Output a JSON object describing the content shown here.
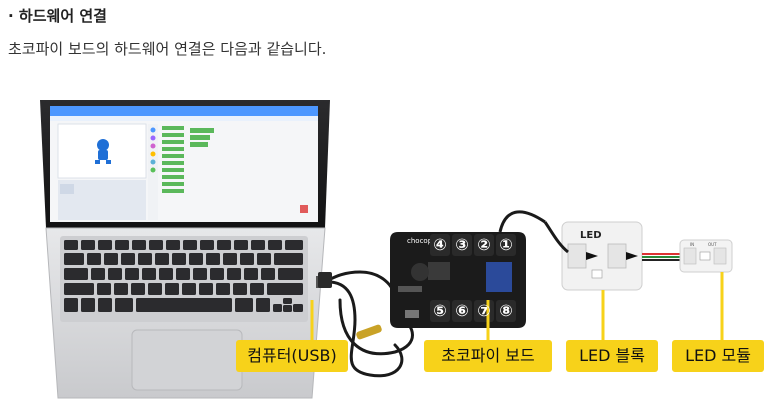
{
  "section": {
    "title": "· 하드웨어 연결",
    "description": "초코파이 보드의 하드웨어 연결은 다음과 같습니다."
  },
  "callouts": {
    "computer": "컴퓨터(USB)",
    "board": "초코파이 보드",
    "led_block": "LED 블록",
    "led_module": "LED 모듈"
  },
  "board": {
    "logo": "chocopi",
    "ports_top": [
      "④",
      "③",
      "②",
      "①"
    ],
    "ports_bottom": [
      "⑤",
      "⑥",
      "⑦",
      "⑧"
    ]
  },
  "led_block": {
    "label": "LED"
  },
  "led_module": {
    "in_label": "IN",
    "out_label": "OUT"
  },
  "colors": {
    "callout": "#f7d21a",
    "board": "#1b1b1b",
    "port_pad": "#2a2a2a",
    "laptop_silver": "#d9dadc"
  }
}
